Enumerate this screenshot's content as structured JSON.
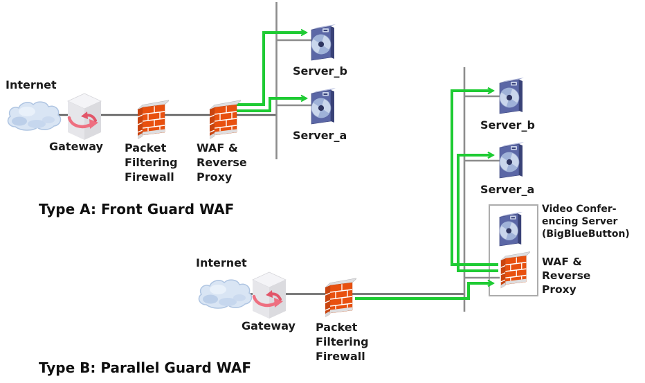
{
  "type_a": {
    "title": "Type A: Front Guard WAF",
    "internet": "Internet",
    "gateway": "Gateway",
    "packet_firewall": "Packet\nFiltering\nFirewall",
    "waf": "WAF &\nReverse\nProxy",
    "server_b": "Server_b",
    "server_a": "Server_a"
  },
  "type_b": {
    "title": "Type B: Parallel Guard WAF",
    "internet": "Internet",
    "gateway": "Gateway",
    "packet_firewall": "Packet\nFiltering\nFirewall",
    "server_b": "Server_b",
    "server_a": "Server_a",
    "vc_server": "Video Confer-\nencing Server\n(BigBlueButton)",
    "waf": "WAF &\nReverse\nProxy"
  },
  "icons": {
    "cloud": "internet-cloud-icon",
    "gateway": "gateway-3d-box-icon",
    "firewall": "brick-firewall-icon",
    "server": "server-with-disc-icon"
  },
  "colors": {
    "traffic_green": "#1ECB33",
    "link_gray": "#5F5F5F",
    "bus_gray": "#8C8C8C",
    "firewall_brick": "#E8500F",
    "server_blue": "#5B67A6",
    "cloud_blue": "#D9E5F4",
    "gateway_arrow_red": "#EE6F80"
  }
}
